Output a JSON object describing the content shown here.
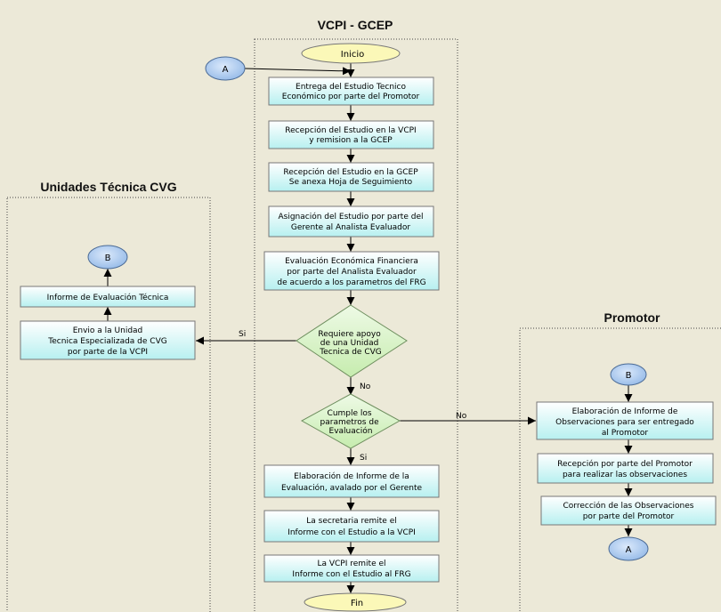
{
  "lanes": {
    "center": "VCPI - GCEP",
    "left": "Unidades Técnica CVG",
    "right": "Promotor"
  },
  "terminals": {
    "start": "Inicio",
    "end": "Fin"
  },
  "connectors": {
    "a_left": "A",
    "b_left": "B",
    "b_right": "B",
    "a_right": "A"
  },
  "steps": [
    [
      "Entrega del Estudio Tecnico",
      "Económico por parte del Promotor"
    ],
    [
      "Recepción del Estudio en la VCPI",
      "y remision a la GCEP"
    ],
    [
      "Recepción del Estudio en la GCEP",
      "Se anexa Hoja de Seguimiento"
    ],
    [
      "Asignación del Estudio por parte del",
      "Gerente al  Analista Evaluador"
    ],
    [
      "Evaluación Económica Financiera",
      "por parte del Analista Evaluador",
      "de acuerdo a los parametros del FRG"
    ],
    [
      "Elaboración de Informe de la",
      "Evaluación, avalado por el Gerente"
    ],
    [
      "La secretaria remite el",
      "Informe con el Estudio a la VCPI"
    ],
    [
      "La VCPI remite el",
      "Informe con el Estudio al FRG"
    ]
  ],
  "decisions": [
    [
      "Requiere apoyo",
      "de una Unidad",
      "Tecnica de CVG"
    ],
    [
      "Cumple los",
      "parametros de",
      "Evaluación"
    ]
  ],
  "left_steps": [
    [
      "Informe de Evaluación Técnica"
    ],
    [
      "Envio a la Unidad",
      "Tecnica Especializada de CVG",
      "por parte de la VCPI"
    ]
  ],
  "right_steps": [
    [
      "Elaboración de Informe de",
      "Observaciones para ser entregado",
      "al Promotor"
    ],
    [
      "Recepción por parte del Promotor",
      "para realizar las observaciones"
    ],
    [
      "Corrección de las Observaciones",
      "por parte del Promotor"
    ]
  ],
  "edge_labels": {
    "d1_yes": "Si",
    "d1_no": "No",
    "d2_no": "No",
    "d2_yes": "Si"
  },
  "colors": {
    "background": "#ece9d8",
    "process_top": "#ffffff",
    "process_bottom": "#b7f0f0",
    "decision": "#d3f0c2",
    "terminal": "#fbf8b8",
    "connector": "#a8c8ee"
  }
}
